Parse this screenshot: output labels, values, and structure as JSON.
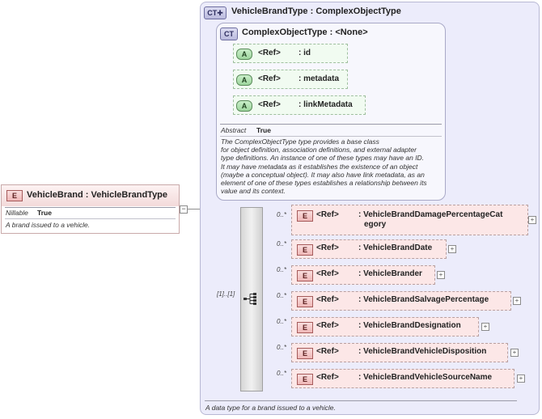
{
  "complex_type": {
    "badge": "CT",
    "title": "VehicleBrandType : ComplexObjectType",
    "description": "A data type for a brand issued to a vehicle."
  },
  "base_type": {
    "badge": "CT",
    "title": "ComplexObjectType : <None>",
    "attributes": [
      {
        "badge": "A",
        "ref": "<Ref>",
        "name": ": id"
      },
      {
        "badge": "A",
        "ref": "<Ref>",
        "name": ": metadata"
      },
      {
        "badge": "A",
        "ref": "<Ref>",
        "name": ": linkMetadata"
      }
    ],
    "abstract_label": "Abstract",
    "abstract_value": "True",
    "description_lines": [
      "The ComplexObjectType type provides a base class",
      "for object definition, association definitions, and external adapter",
      "type definitions. An instance of one of these types may have an ID.",
      "It may have metadata as it establishes the existence of an object",
      "(maybe a conceptual object). It may also have link metadata, as an",
      "element of one of these types establishes a relationship between its",
      "value and its context."
    ]
  },
  "element": {
    "badge": "E",
    "title": "VehicleBrand : VehicleBrandType",
    "nillable_label": "Nillable",
    "nillable_value": "True",
    "description": "A brand issued to a vehicle."
  },
  "sequence": {
    "occurrence": "[1]..[1]",
    "children": [
      {
        "occ": "0..*",
        "badge": "E",
        "ref": "<Ref>",
        "name_lines": [
          ": VehicleBrandDamagePercentageCat",
          "egory"
        ]
      },
      {
        "occ": "0..*",
        "badge": "E",
        "ref": "<Ref>",
        "name_lines": [
          ": VehicleBrandDate"
        ]
      },
      {
        "occ": "0..*",
        "badge": "E",
        "ref": "<Ref>",
        "name_lines": [
          ": VehicleBrander"
        ]
      },
      {
        "occ": "0..*",
        "badge": "E",
        "ref": "<Ref>",
        "name_lines": [
          ": VehicleBrandSalvagePercentage"
        ]
      },
      {
        "occ": "0..*",
        "badge": "E",
        "ref": "<Ref>",
        "name_lines": [
          ": VehicleBrandDesignation"
        ]
      },
      {
        "occ": "0..*",
        "badge": "E",
        "ref": "<Ref>",
        "name_lines": [
          ": VehicleBrandVehicleDisposition"
        ]
      },
      {
        "occ": "0..*",
        "badge": "E",
        "ref": "<Ref>",
        "name_lines": [
          ": VehicleBrandVehicleSourceName"
        ]
      }
    ]
  },
  "colors": {
    "element_fill": "#fce7e7",
    "attribute_fill": "#f1fbf1",
    "complex_type_fill": "#ececfb"
  }
}
